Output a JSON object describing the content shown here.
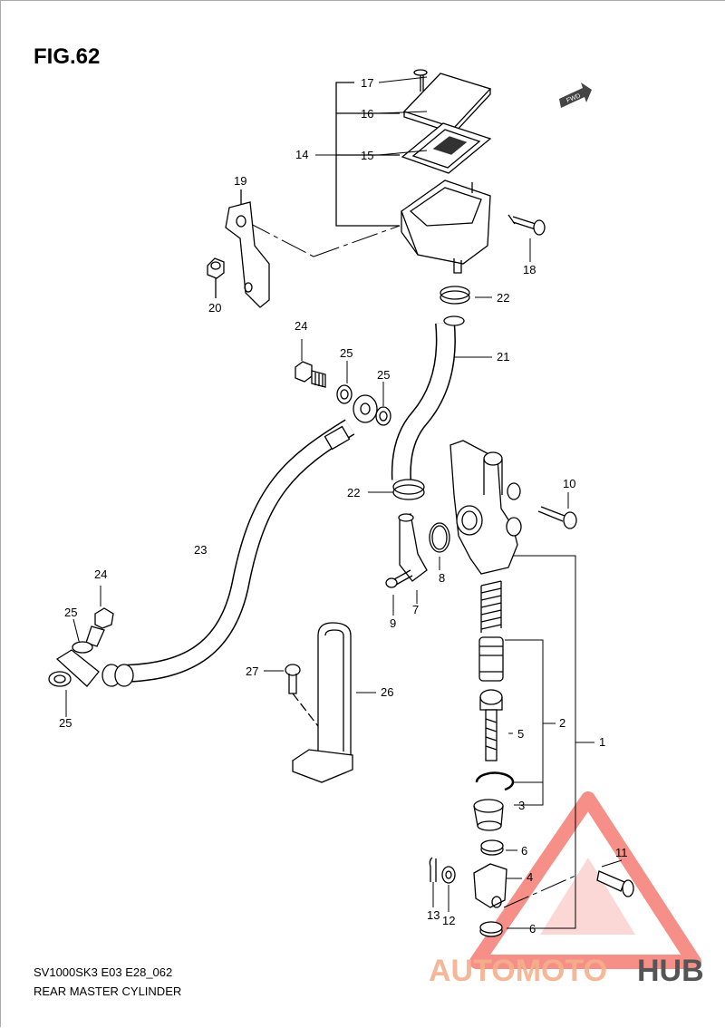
{
  "figure": {
    "title": "FIG.62"
  },
  "footer": {
    "model_code": "SV1000SK3 E03 E28_062",
    "caption": "REAR MASTER CYLINDER"
  },
  "fwd_label": "FWD",
  "callouts": [
    "17",
    "16",
    "14",
    "15",
    "19",
    "18",
    "20",
    "22",
    "24",
    "25",
    "25",
    "21",
    "22",
    "10",
    "23",
    "8",
    "9",
    "7",
    "24",
    "25",
    "27",
    "26",
    "2",
    "5",
    "1",
    "25",
    "3",
    "6",
    "4",
    "11",
    "13",
    "12",
    "6"
  ],
  "watermark": {
    "part1": "AUTOMOTO",
    "part2": "HUB",
    "accent_color": "#f26a5f",
    "dark_color": "#555555"
  },
  "colors": {
    "line": "#000000",
    "background": "#ffffff"
  }
}
